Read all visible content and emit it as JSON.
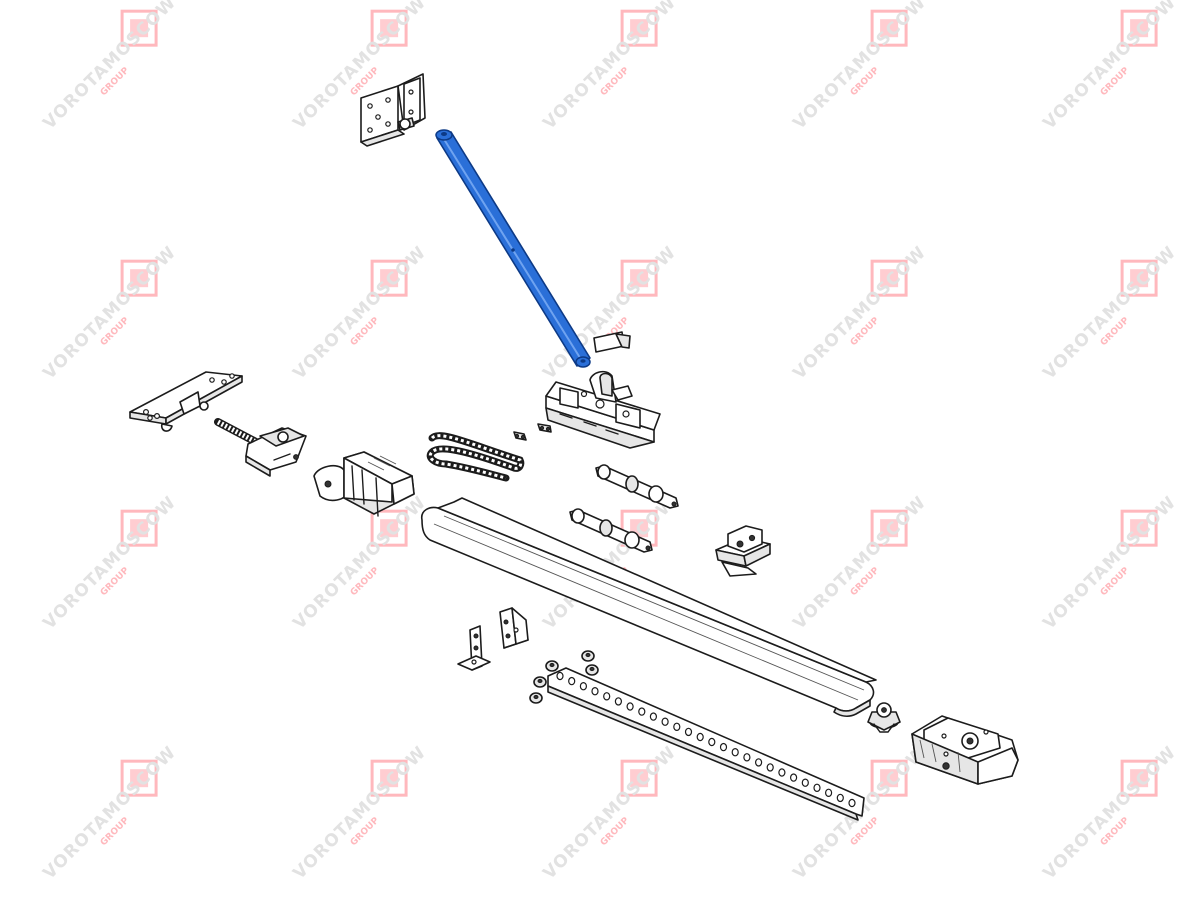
{
  "watermark": {
    "text": "VOROTAMOSCOW",
    "sub": "GROUP",
    "logo_color": "#ffb8bd",
    "text_color": "#e2e2e2"
  },
  "highlight_color": "#2a6fd8",
  "parts": [
    "wall-bracket",
    "door-arm",
    "arm-clip",
    "trolley-carriage",
    "drive-chain",
    "chain-connector-links",
    "header-bracket",
    "chain-tensioner",
    "front-idler-pulley",
    "rail-connector",
    "chain-pin-upper",
    "chain-pin-lower",
    "trolley-shoe",
    "drive-rail",
    "mounting-bracket-left",
    "mounting-bracket-right",
    "fixing-nuts",
    "perforated-strap",
    "drive-sprocket",
    "motor-head"
  ]
}
